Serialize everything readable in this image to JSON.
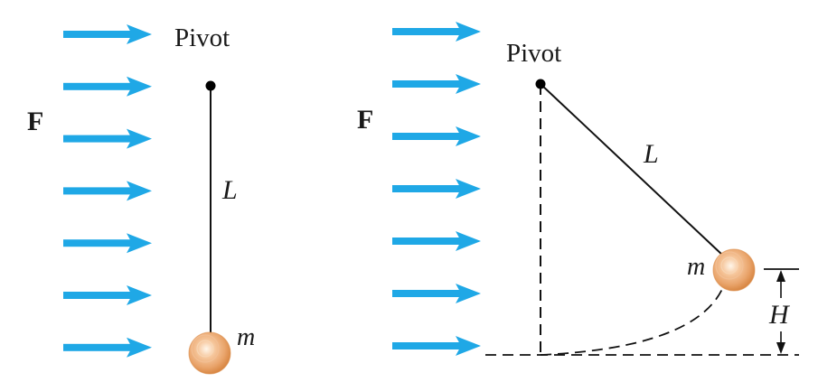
{
  "left_panel": {
    "pivot_label": "Pivot",
    "force_label": "F",
    "length_label": "L",
    "mass_label": "m",
    "arrow_count": 7
  },
  "right_panel": {
    "pivot_label": "Pivot",
    "force_label": "F",
    "length_label": "L",
    "mass_label": "m",
    "height_label": "H",
    "arrow_count": 7
  },
  "colors": {
    "force_arrow": "#1fa8e6",
    "line": "#111111",
    "bob_outer": "#e6975a",
    "bob_inner": "#fff6ea"
  },
  "icons": {
    "force_arrow": "right-arrow-icon",
    "bob": "sphere-bob-icon",
    "pivot": "pivot-dot-icon"
  }
}
